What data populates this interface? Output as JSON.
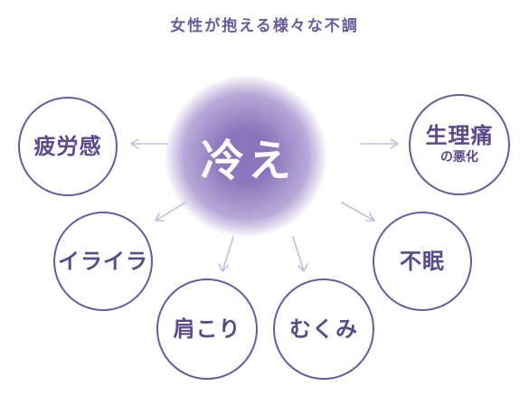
{
  "title": "女性が抱える様々な不調",
  "center": {
    "label": "冷え"
  },
  "nodes": [
    {
      "id": "fatigue",
      "label": "疲労感",
      "sub": ""
    },
    {
      "id": "menstrual",
      "label": "生理痛",
      "sub": "の悪化"
    },
    {
      "id": "irritation",
      "label": "イライラ",
      "sub": ""
    },
    {
      "id": "insomnia",
      "label": "不眠",
      "sub": ""
    },
    {
      "id": "stiff-shoulders",
      "label": "肩こり",
      "sub": ""
    },
    {
      "id": "swelling",
      "label": "むくみ",
      "sub": ""
    }
  ],
  "colors": {
    "title": "#6a5a9e",
    "node_border": "#6a5a9e",
    "node_text": "#5a4a8a",
    "glow_core": "#8a74bb",
    "glow_mid": "#b8a9d8",
    "arrow": "#c3bddc"
  }
}
